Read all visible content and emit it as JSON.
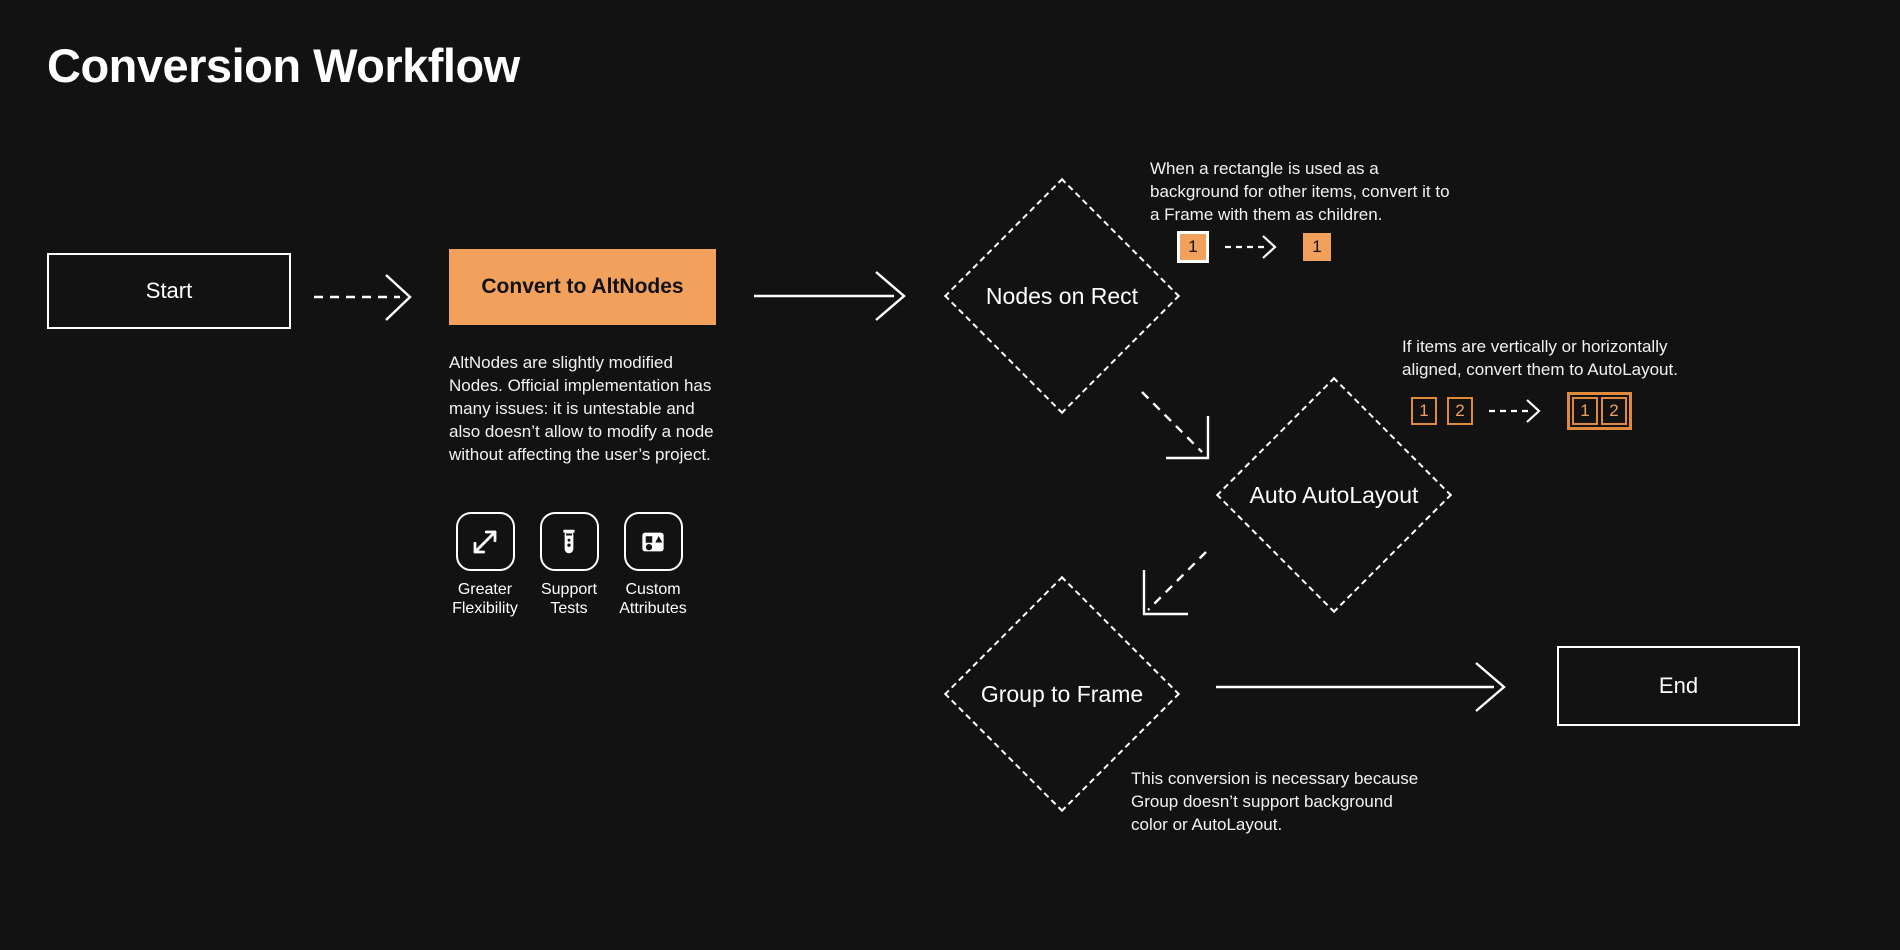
{
  "page": {
    "title": "Conversion Workflow",
    "background_color": "#121212",
    "accent_color": "#F2A15C",
    "text_color": "#ffffff"
  },
  "nodes": {
    "start": {
      "label": "Start"
    },
    "convert": {
      "label": "Convert to AltNodes"
    },
    "end": {
      "label": "End"
    },
    "nodes_on_rect": {
      "label": "Nodes on Rect"
    },
    "auto_autolayout": {
      "label": "Auto AutoLayout"
    },
    "group_to_frame": {
      "label": "Group to Frame"
    }
  },
  "captions": {
    "convert_description": "AltNodes are slightly modified Nodes. Official implementation has many issues: it is untestable and also doesn’t allow to modify a node without affecting the user’s project.",
    "nodes_on_rect_note": "When a rectangle is used as a background for other items, convert it to a Frame with them as children.",
    "auto_autolayout_note": "If items are vertically or horizontally aligned, convert them to AutoLayout.",
    "group_to_frame_note": "This conversion is necessary because Group doesn’t support background color or AutoLayout."
  },
  "features": [
    {
      "icon": "expand-arrows-icon",
      "label": "Greater\nFlexibility",
      "line1": "Greater",
      "line2": "Flexibility"
    },
    {
      "icon": "test-tube-icon",
      "label": "Support\nTests",
      "line1": "Support",
      "line2": "Tests"
    },
    {
      "icon": "shapes-attributes-icon",
      "label": "Custom\nAttributes",
      "line1": "Custom",
      "line2": "Attributes"
    }
  ],
  "badge_illustrations": {
    "nodes_on_rect": {
      "before": [
        "1"
      ],
      "after": [
        "1"
      ],
      "before_style": "filled-with-white-border",
      "after_style": "filled"
    },
    "auto_autolayout": {
      "before": [
        "1",
        "2"
      ],
      "after": [
        "1",
        "2"
      ],
      "before_style": "outlined-separate",
      "after_style": "outlined-grouped-in-frame"
    }
  }
}
